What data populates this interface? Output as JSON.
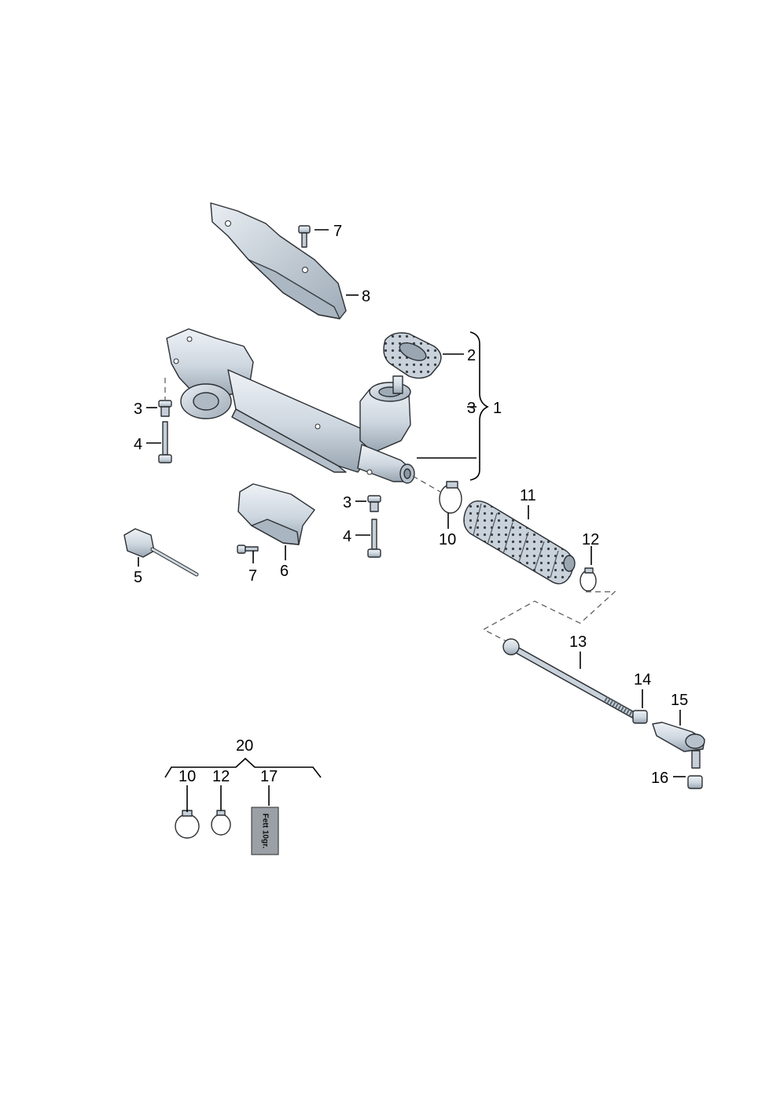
{
  "labels": {
    "l1": "1",
    "l2": "2",
    "l3a": "3",
    "l3b": "3",
    "l3c": "3",
    "l4a": "4",
    "l4b": "4",
    "l5": "5",
    "l6": "6",
    "l7a": "7",
    "l7b": "7",
    "l8": "8",
    "l10a": "10",
    "l10b": "10",
    "l11": "11",
    "l12a": "12",
    "l12b": "12",
    "l13": "13",
    "l14": "14",
    "l15": "15",
    "l16": "16",
    "l17": "17",
    "l20": "20"
  },
  "grease_tube_text": "Fett 10gr.",
  "colors": {
    "part_fill": "#d5dee6",
    "part_shadow": "#a9b6c2",
    "part_dark": "#7f8d99",
    "tube_fill": "#9aa0a5"
  }
}
